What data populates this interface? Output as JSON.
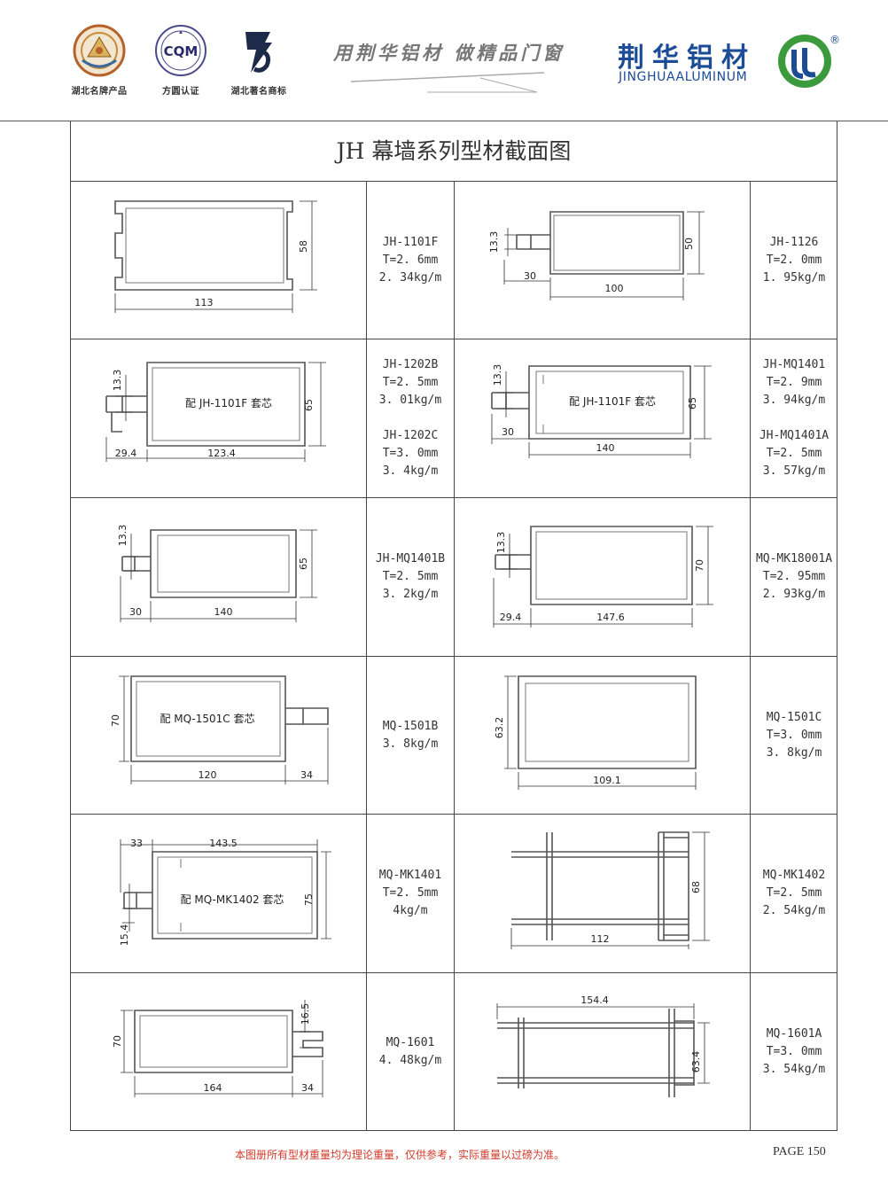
{
  "header": {
    "badges": [
      {
        "label": "湖北名牌产品",
        "icon": "hubei-famous-brand-seal-icon"
      },
      {
        "label": "方圆认证",
        "icon": "cqm-certification-icon",
        "logo_text": "CQM"
      },
      {
        "label": "湖北著名商标",
        "icon": "hubei-trademark-icon"
      }
    ],
    "slogan": "用荆华铝材  做精品门窗",
    "brand_cn": "荆华铝材",
    "brand_en": "JINGHUAALUMINUM",
    "registered_mark": "®",
    "brand_colors": {
      "blue": "#1c4c96",
      "green": "#3a9a3c"
    }
  },
  "title": "JH 幕墙系列型材截面图",
  "rows": [
    {
      "left": {
        "dims": [
          "58",
          "113"
        ],
        "note": "",
        "spec": [
          "JH-1101F",
          "T=2. 6mm",
          "2. 34kg/m"
        ]
      },
      "right": {
        "dims": [
          "13.3",
          "50",
          "30",
          "100"
        ],
        "note": "",
        "spec": [
          "JH-1126",
          "T=2. 0mm",
          "1. 95kg/m"
        ]
      }
    },
    {
      "left": {
        "dims": [
          "13.3",
          "65",
          "29.4",
          "123.4"
        ],
        "note": "配 JH-1101F 套芯",
        "spec": [
          "JH-1202B",
          "T=2. 5mm",
          "3. 01kg/m",
          "",
          "JH-1202C",
          "T=3. 0mm",
          "3. 4kg/m"
        ]
      },
      "right": {
        "dims": [
          "13.3",
          "65",
          "30",
          "140"
        ],
        "note": "配 JH-1101F 套芯",
        "spec": [
          "JH-MQ1401",
          "T=2. 9mm",
          "3. 94kg/m",
          "",
          "JH-MQ1401A",
          "T=2. 5mm",
          "3. 57kg/m"
        ]
      }
    },
    {
      "left": {
        "dims": [
          "13.3",
          "65",
          "30",
          "140"
        ],
        "note": "",
        "spec": [
          "JH-MQ1401B",
          "T=2. 5mm",
          "3. 2kg/m"
        ]
      },
      "right": {
        "dims": [
          "13.3",
          "70",
          "29.4",
          "147.6"
        ],
        "note": "",
        "spec": [
          "MQ-MK18001A",
          "T=2. 95mm",
          "2. 93kg/m"
        ]
      }
    },
    {
      "left": {
        "dims": [
          "70",
          "120",
          "34"
        ],
        "note": "配 MQ-1501C 套芯",
        "spec": [
          "MQ-1501B",
          "3. 8kg/m"
        ]
      },
      "right": {
        "dims": [
          "63.2",
          "109.1"
        ],
        "note": "",
        "spec": [
          "MQ-1501C",
          "T=3. 0mm",
          "3. 8kg/m"
        ]
      }
    },
    {
      "left": {
        "dims": [
          "33",
          "143.5",
          "75",
          "15.4"
        ],
        "note": "配 MQ-MK1402 套芯",
        "spec": [
          "MQ-MK1401",
          "T=2. 5mm",
          "4kg/m"
        ]
      },
      "right": {
        "dims": [
          "68",
          "112"
        ],
        "note": "",
        "spec": [
          "MQ-MK1402",
          "T=2. 5mm",
          "2. 54kg/m"
        ]
      }
    },
    {
      "left": {
        "dims": [
          "16.5",
          "70",
          "164",
          "34"
        ],
        "note": "",
        "spec": [
          "MQ-1601",
          "4. 48kg/m"
        ]
      },
      "right": {
        "dims": [
          "154.4",
          "63.4"
        ],
        "note": "",
        "spec": [
          "MQ-1601A",
          "T=3. 0mm",
          "3. 54kg/m"
        ]
      }
    }
  ],
  "footer": {
    "note": "本图册所有型材重量均为理论重量，仅供参考，实际重量以过磅为准。",
    "note_color": "#d23a2a",
    "page": "PAGE 150"
  }
}
